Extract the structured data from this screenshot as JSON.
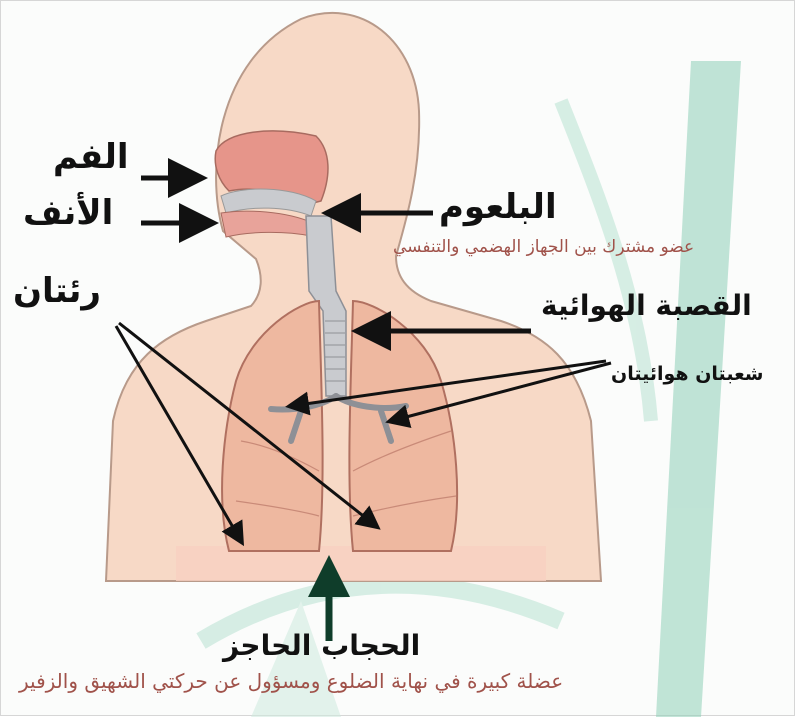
{
  "labels": {
    "mouth": "الفم",
    "nose": "الأنف",
    "lungs": "رئتان",
    "pharynx": "البلعوم",
    "pharynx_note": "عضو مشترك بين الجهاز الهضمي والتنفسي",
    "trachea": "القصبة الهوائية",
    "bronchi": "شعبتان هوائيتان",
    "diaphragm": "الحجاب الحاجز",
    "diaphragm_note": "عضلة كبيرة في نهاية الضلوع ومسؤول عن حركتي الشهيق والزفير"
  },
  "colors": {
    "skin": "#f7d9c6",
    "skin_outline": "#b89a8a",
    "lung": "#eeb8a0",
    "mouth_nose": "#e6958a",
    "airway": "#c9cbcf",
    "arrow": "#111111",
    "diaphragm_arrow": "#0f3d2a",
    "watermark": "#8fd0b8",
    "note_text": "#a0524a"
  }
}
